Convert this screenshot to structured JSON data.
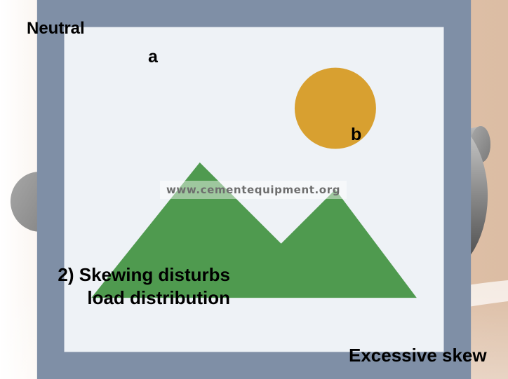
{
  "figure": {
    "label_neutral": "Neutral",
    "label_a": "a",
    "label_b": "b",
    "caption_line_1": "2) Skewing disturbs",
    "caption_line_2": "load distribution",
    "label_excessive_skew": "Excessive skew",
    "watermark": "www.cementequipment.org"
  },
  "colors": {
    "background_tan": "#e2c2a8",
    "roller_steel": "#8a8a8a",
    "shaft_grey": "#909090",
    "load_yellow": "#fff06a",
    "arrow_red": "#e01010"
  },
  "icons": {
    "corner": "broken-image-icon",
    "arrow": "force-arrow-icon"
  }
}
